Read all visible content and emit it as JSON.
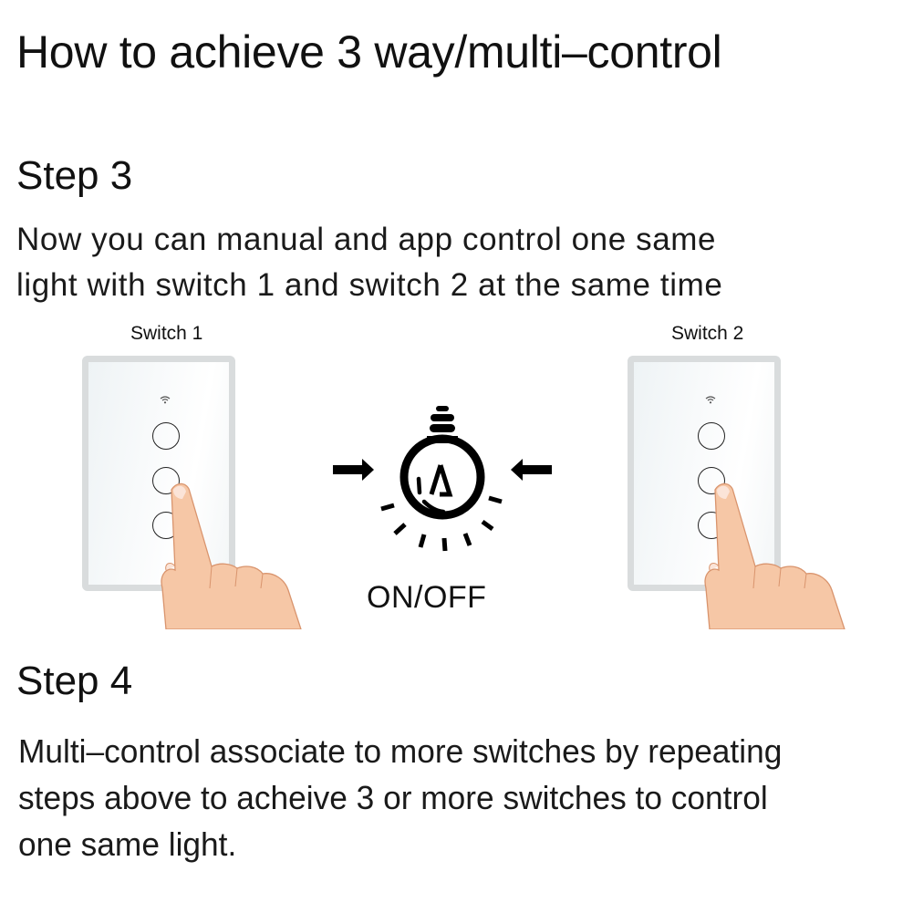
{
  "header": {
    "title": "How to achieve 3 way/multi–control"
  },
  "step3": {
    "heading": "Step 3",
    "lines": [
      "Now you can manual and app control one same",
      "light with switch 1 and switch 2 at the same time"
    ]
  },
  "illustration": {
    "switch1": {
      "label": "Switch 1",
      "buttons": 3,
      "pressed_button": 2
    },
    "switch2": {
      "label": "Switch 2",
      "buttons": 3,
      "pressed_button": 2
    },
    "bulb": {
      "icon": "light-bulb-icon",
      "caption": "ON/OFF"
    },
    "icons": [
      "wifi-icon",
      "arrow-right-icon",
      "arrow-left-icon",
      "finger-pointer-icon"
    ]
  },
  "step4": {
    "heading": "Step 4",
    "lines": [
      "Multi–control associate to more switches by repeating",
      "steps above to acheive 3 or more switches to control",
      "one same light."
    ]
  }
}
